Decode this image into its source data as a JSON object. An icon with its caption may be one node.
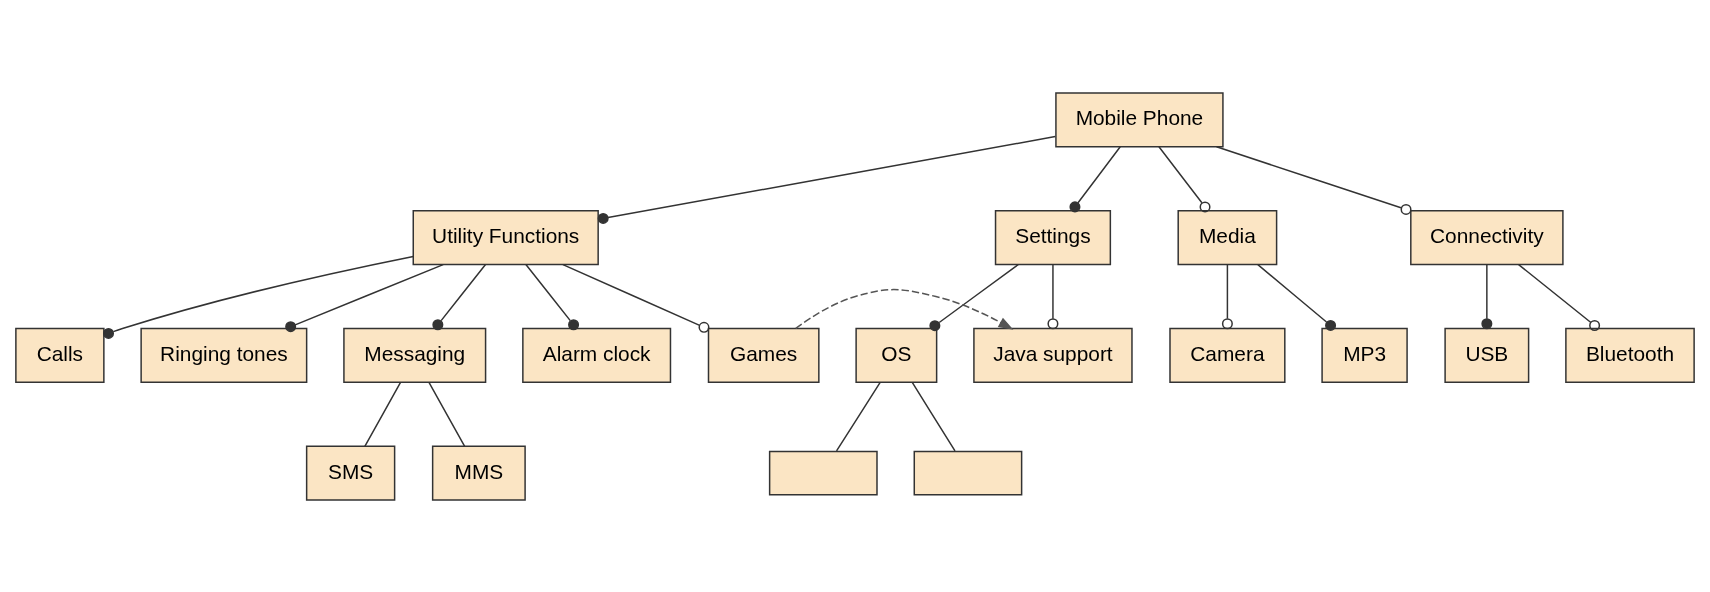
{
  "diagram": {
    "nodes": [
      {
        "text": [
          "Mobile Phone"
        ]
      },
      {
        "text": [
          "Utility Functions"
        ]
      },
      {
        "text": [
          "Settings"
        ]
      },
      {
        "text": [
          "Media"
        ]
      },
      {
        "text": [
          "Connectivity"
        ]
      },
      {
        "text": [
          "Calls"
        ]
      },
      {
        "text": [
          "Ringing tones"
        ]
      },
      {
        "text": [
          "OS"
        ]
      },
      {
        "text": [
          "Java support"
        ]
      },
      {
        "text": [
          "Camera"
        ]
      },
      {
        "text": [
          "MP3"
        ]
      },
      {
        "text": [
          "USB"
        ]
      },
      {
        "text": [
          "Bluetooth"
        ]
      },
      {
        "text": [
          "Messaging"
        ]
      },
      {
        "text": [
          "Alarm clock"
        ]
      },
      {
        "text": [],
        "shape": "box"
      },
      {
        "text": [],
        "shape": "box"
      },
      {
        "text": [
          "Games"
        ]
      },
      {
        "text": [
          "SMS"
        ]
      },
      {
        "text": [
          "MMS"
        ]
      }
    ],
    "edges": [
      {
        "from": 0,
        "to": 1,
        "arrow": "other"
      },
      {
        "from": 0,
        "to": 2,
        "arrow": "other"
      },
      {
        "from": 0,
        "to": 3,
        "arrow": "other"
      },
      {
        "from": 0,
        "to": 4,
        "arrow": "other"
      },
      {
        "from": 1,
        "to": 5,
        "arrow": "other"
      },
      {
        "from": 1,
        "to": 6,
        "arrow": "other"
      },
      {
        "from": 1,
        "to": 13,
        "arrow": "other"
      },
      {
        "from": 1,
        "to": 14,
        "arrow": "other"
      },
      {
        "from": 1,
        "to": 17,
        "arrow": "other"
      },
      {
        "from": 2,
        "to": 7,
        "arrow": "other"
      },
      {
        "from": 2,
        "to": 8,
        "arrow": "other"
      },
      {
        "from": 7,
        "to": 15,
        "arrow": "none"
      },
      {
        "from": 7,
        "to": 16,
        "arrow": "none"
      },
      {
        "from": 13,
        "to": 18,
        "arrow": "none"
      },
      {
        "from": 13,
        "to": 19,
        "arrow": "none"
      },
      {
        "from": 3,
        "to": 9,
        "arrow": "other"
      },
      {
        "from": 3,
        "to": 10,
        "arrow": "other"
      },
      {
        "from": 4,
        "to": 11,
        "arrow": "other"
      },
      {
        "from": 4,
        "to": 12,
        "arrow": "other"
      },
      {
        "from": 17,
        "to": 8,
        "arrow": "to",
        "style": "dashed",
        "color": "#555555"
      }
    ]
  }
}
